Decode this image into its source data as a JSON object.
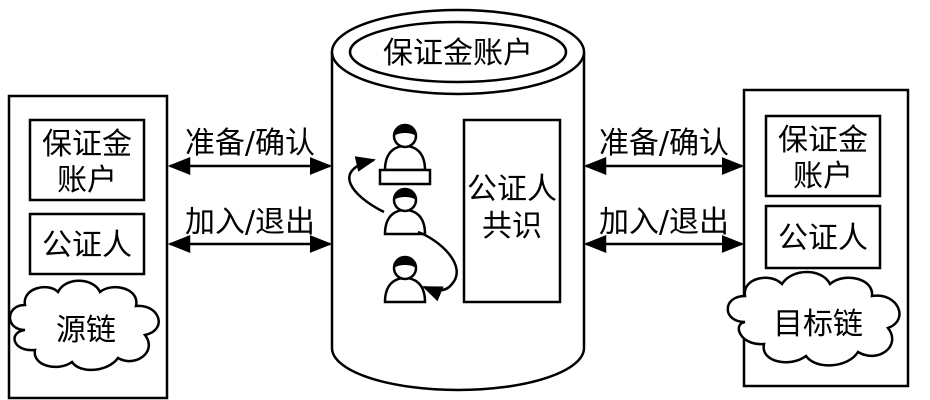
{
  "center": {
    "account_title": "保证金账户",
    "consensus_line1": "公证人",
    "consensus_line2": "共识"
  },
  "left_chain": {
    "box1_line1": "保证金",
    "box1_line2": "账户",
    "box2": "公证人",
    "cloud": "源链"
  },
  "right_chain": {
    "box1_line1": "保证金",
    "box1_line2": "账户",
    "box2": "公证人",
    "cloud": "目标链"
  },
  "arrows": {
    "left_top": "准备/确认",
    "left_bottom": "加入/退出",
    "right_top": "准备/确认",
    "right_bottom": "加入/退出"
  },
  "icons": [
    "notary-person-icon",
    "notary-person-icon",
    "notary-person-icon"
  ]
}
